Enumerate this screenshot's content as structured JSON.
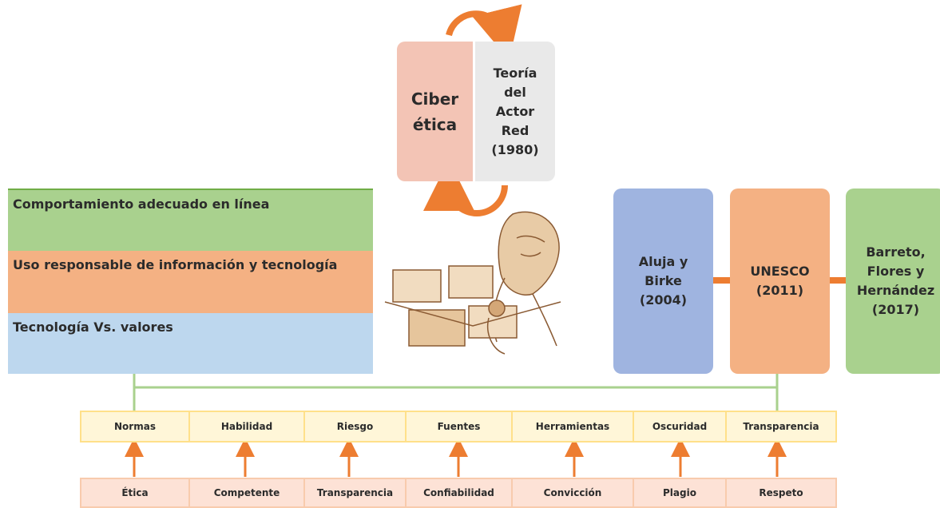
{
  "cycle": {
    "left_label": "Ciber\nética",
    "right_label": "Teoría\ndel\nActor\nRed\n(1980)"
  },
  "bars": [
    {
      "label": "Comportamiento adecuado en línea"
    },
    {
      "label": "Uso responsable de información y tecnología"
    },
    {
      "label": "Tecnología Vs. valores"
    }
  ],
  "authors": [
    {
      "label": "Aluja y\nBirke\n(2004)"
    },
    {
      "label": "UNESCO\n(2011)"
    },
    {
      "label": "Barreto,\nFlores y\nHernández\n(2017)"
    }
  ],
  "concepts_top": [
    "Normas",
    "Habilidad",
    "Riesgo",
    "Fuentes",
    "Herramientas",
    "Oscuridad",
    "Transparencia"
  ],
  "concepts_bottom": [
    "Ética",
    "Competente",
    "Transparencia",
    "Confiabilidad",
    "Convicción",
    "Plagio",
    "Respeto"
  ],
  "colors": {
    "orange": "#ed7d31",
    "green_line": "#a9d18e",
    "illustration": "#c9996a"
  },
  "illustration": "sepia-sketch-person-at-computers"
}
